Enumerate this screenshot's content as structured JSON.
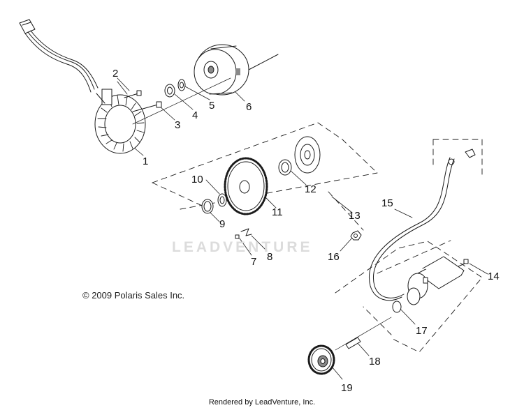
{
  "diagram": {
    "callouts": [
      "1",
      "2",
      "3",
      "4",
      "5",
      "6",
      "7",
      "8",
      "9",
      "10",
      "11",
      "12",
      "13",
      "14",
      "15",
      "16",
      "17",
      "18",
      "19"
    ],
    "copyright": "© 2009 Polaris Sales Inc.",
    "footer": "Rendered by LeadVenture, Inc.",
    "watermark": "LEADVENTURE"
  },
  "colors": {
    "line": "#1a1a1a",
    "shade": "#8a8a8a",
    "light": "#cfcfcf",
    "watermark": "#dcdcdc"
  },
  "icons": [
    "stator-icon",
    "flywheel-icon",
    "gear-icon",
    "starter-motor-icon",
    "cable-icon",
    "bolt-icon",
    "washer-icon",
    "nut-icon",
    "bearing-icon"
  ]
}
